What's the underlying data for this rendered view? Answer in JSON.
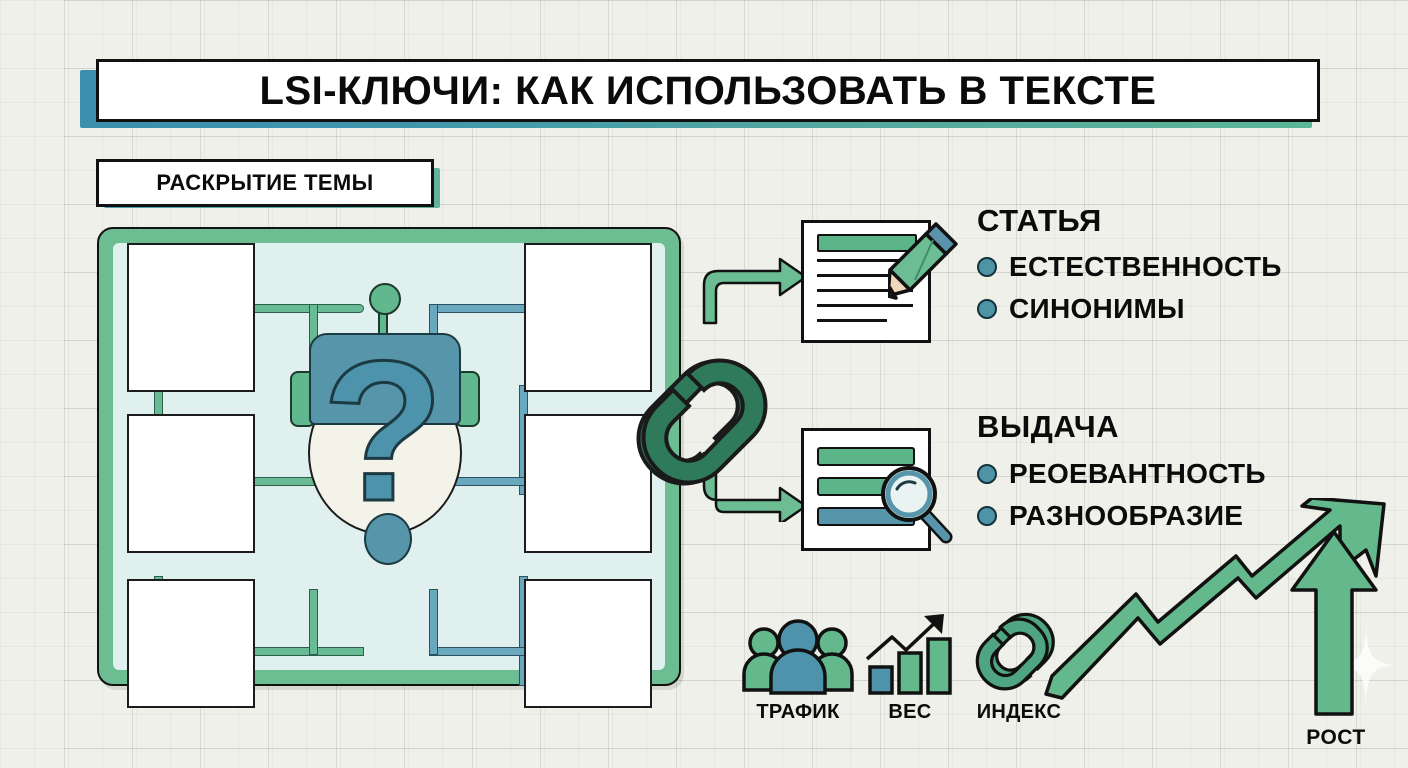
{
  "page": {
    "background_color": "#eef0e9",
    "grid_color": "#96a096"
  },
  "title": {
    "text": "LSI-КЛЮЧИ: КАК ИСПОЛЬЗОВАТЬ В ТЕКСТЕ",
    "shadow_from": "#3b8fad",
    "shadow_to": "#5ab698"
  },
  "badge": {
    "text": "РАСКРЫТИЕ ТЕМЫ"
  },
  "mindmap": {
    "panel_border_color": "#6dbd92",
    "panel_fill_color": "#dff0ee",
    "center_icon": "robot-question-icon",
    "center_symbol": "?",
    "nodes": [
      {
        "id": "node-left-1",
        "label": ""
      },
      {
        "id": "node-left-2",
        "label": ""
      },
      {
        "id": "node-left-3",
        "label": ""
      },
      {
        "id": "node-right-1",
        "label": ""
      },
      {
        "id": "node-right-2",
        "label": ""
      },
      {
        "id": "node-right-3",
        "label": ""
      }
    ]
  },
  "link_icon": {
    "name": "chain-link-icon",
    "color": "#2f7a5a"
  },
  "groups": [
    {
      "id": "article",
      "heading": "СТАТЬЯ",
      "icon": "document-pencil-icon",
      "bullets": [
        "ЕСТЕСТВЕННОСТЬ",
        "СИНОНИМЫ"
      ]
    },
    {
      "id": "serp",
      "heading": "ВЫДАЧА",
      "icon": "search-results-icon",
      "bullets": [
        "РЕОЕВАНТНОСТЬ",
        "РАЗНООБРАЗИЕ"
      ]
    }
  ],
  "metrics": [
    {
      "id": "traffic",
      "label": "ТРАФИК",
      "icon": "people-group-icon"
    },
    {
      "id": "weight",
      "label": "ВЕС",
      "icon": "bar-chart-growth-icon"
    },
    {
      "id": "index",
      "label": "ИНДЕКС",
      "icon": "chain-link-icon"
    }
  ],
  "growth": {
    "label": "РОСТ",
    "icon": "zigzag-up-arrow-icon",
    "color": "#64b98c"
  },
  "palette": {
    "green": "#64b98c",
    "dark_green": "#2f7a5a",
    "teal_blue": "#5795ab",
    "bullet_blue": "#4e94a6",
    "ink": "#111111"
  }
}
